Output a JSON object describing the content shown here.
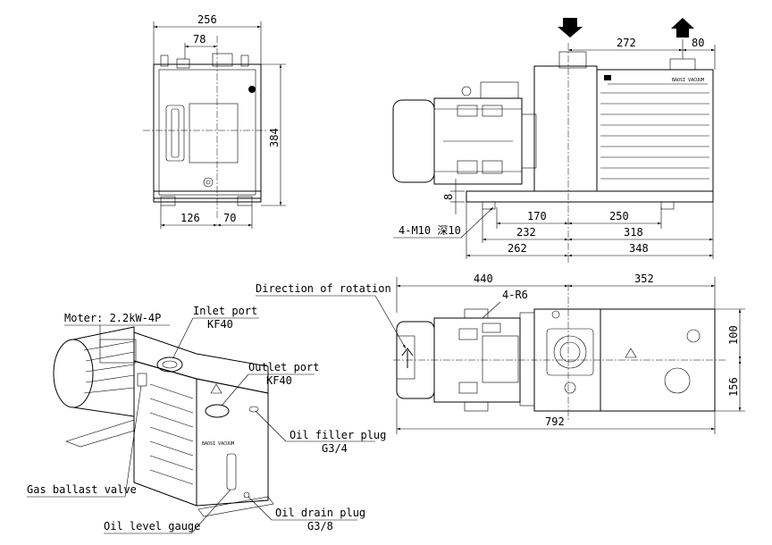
{
  "dimensions": {
    "top_width": "256",
    "top_offset": "78",
    "top_height": "384",
    "top_base_left": "126",
    "top_base_right": "70",
    "side_272": "272",
    "side_80": "80",
    "side_mount_hole": "8",
    "side_170": "170",
    "side_250": "250",
    "side_232": "232",
    "side_318": "318",
    "side_262": "262",
    "side_348": "348",
    "plan_440": "440",
    "plan_352": "352",
    "plan_100": "100",
    "plan_156": "156",
    "plan_792": "792"
  },
  "labels": {
    "mount_bolts": "4-M10 深10",
    "corner_radius": "4-R6",
    "rotation": "Direction of rotation",
    "motor": "Moter: 2.2kW-4P",
    "inlet_port": "Inlet port",
    "inlet_spec": "KF40",
    "outlet_port": "Outlet port",
    "outlet_spec": "KF40",
    "oil_filler": "Oil filler plug",
    "oil_filler_spec": "G3/4",
    "gas_ballast": "Gas ballast valve",
    "oil_level": "Oil level gauge",
    "oil_drain": "Oil drain plug",
    "oil_drain_spec": "G3/8",
    "brand_plate": "BAOSI VACUUM"
  },
  "colors": {
    "line": "#000000",
    "background": "#ffffff",
    "shade": "#e6e6e6"
  }
}
